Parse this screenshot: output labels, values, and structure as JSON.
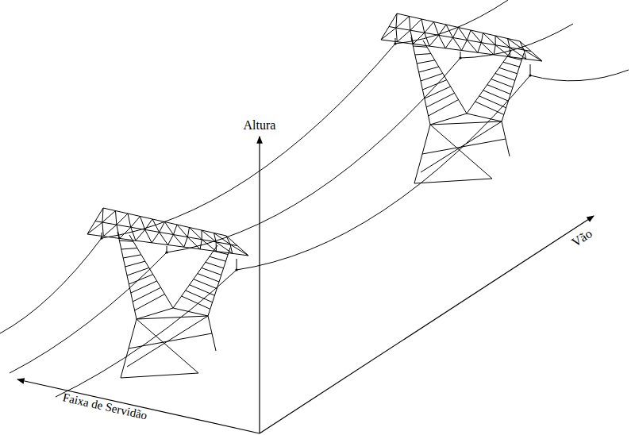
{
  "diagram": {
    "labels": [
      "Altura",
      "Vão",
      "Faixa de Servidão"
    ]
  }
}
